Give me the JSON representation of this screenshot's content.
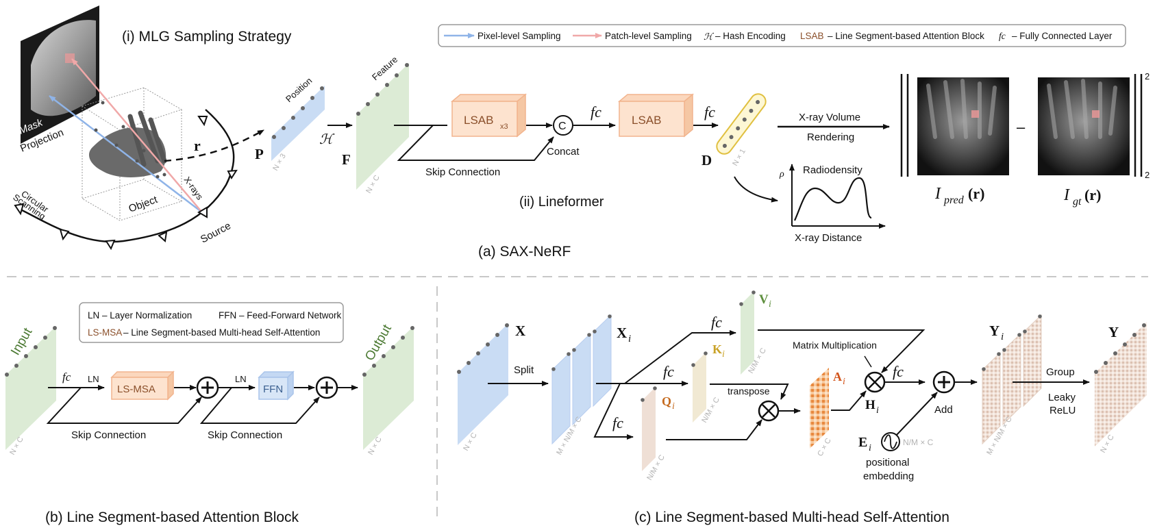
{
  "colors": {
    "pixel_arrow": "#8fb4e8",
    "patch_arrow": "#f0a8a8",
    "lsab_fill": "#fde3cf",
    "lsab_stroke": "#f2b48d",
    "feature_green": "#dcebd5",
    "position_blue": "#c9dcf4",
    "k_yellow": "#f1e9d3",
    "q_beige": "#efdfd5",
    "ffn_blue": "#d8e6f7",
    "ffn_stroke": "#a9c4ea",
    "lsab_text_brown": "#8a4f2a",
    "q_label_orange": "#c56a1e",
    "k_label_gold": "#c9a227",
    "v_label_green": "#5e8f3e",
    "a_label_red": "#d2541b"
  },
  "legend_top": {
    "pixel_label": "Pixel-level Sampling",
    "patch_label": "Patch-level Sampling",
    "hash_symbol": "ℋ",
    "hash_label": "– Hash Encoding",
    "lsab_abbr": "LSAB",
    "lsab_label": "– Line Segment-based Attention Block",
    "fc_symbol": "fc",
    "fc_label": "– Fully Connected Layer"
  },
  "panel_a": {
    "mlg_title": "(i) MLG Sampling Strategy",
    "mask_label": "Mask",
    "projection_label": "Projection",
    "object_label": "Object",
    "xrays_label": "X-rays",
    "source_label": "Source",
    "circular_label": "Circular",
    "scanning_label": "Scanning",
    "r_label": "r",
    "position_label": "Position",
    "P_label": "P",
    "P_dim": "N × 3",
    "hash_symbol": "ℋ",
    "feature_label": "Feature",
    "F_label": "F",
    "F_dim": "N × C",
    "lsab_x3_label": "LSAB",
    "x3_label": "x3",
    "concat_symbol": "C",
    "concat_label": "Concat",
    "skip_label": "Skip Connection",
    "fc1": "fc",
    "lsab2_label": "LSAB",
    "fc2": "fc",
    "D_label": "D",
    "D_dim": "N × 1",
    "lineformer_label": "(ii) Lineformer",
    "xray_volume_label": "X-ray Volume",
    "rendering_label": "Rendering",
    "rho_label": "ρ",
    "radiodensity_label": "Radiodensity",
    "xray_distance_label": "X-ray Distance",
    "minus_label": "–",
    "norm_exp_top": "2",
    "norm_exp_bottom": "2",
    "ipred_label": "I",
    "ipred_sub": "pred",
    "igt_label": "I",
    "igt_sub": "gt",
    "r_arg": "(r)",
    "caption": "(a) SAX-NeRF"
  },
  "panel_b": {
    "legend_ln": "LN – Layer Normalization",
    "legend_ffn": "FFN – Feed-Forward Network",
    "legend_lsmsa_abbr": "LS-MSA",
    "legend_lsmsa": "–  Line Segment-based Multi-head Self-Attention",
    "input_label": "Input",
    "input_dim": "N × C",
    "fc_label": "fc",
    "ln1_label": "LN",
    "lsmsa_label": "LS-MSA",
    "ln2_label": "LN",
    "ffn_label": "FFN",
    "skip1_label": "Skip Connection",
    "skip2_label": "Skip Connection",
    "output_label": "Output",
    "output_dim": "N × C",
    "caption": "(b) Line Segment-based Attention Block"
  },
  "panel_c": {
    "X_label": "X",
    "X_dim": "N × C",
    "split_label": "Split",
    "Xi_label": "X",
    "Xi_sub": "i",
    "Xi_dim": "M × N/M × C",
    "fc_v": "fc",
    "fc_k": "fc",
    "fc_q": "fc",
    "V_label": "V",
    "K_label": "K",
    "Q_label": "Q",
    "qkv_sub": "i",
    "V_dim": "N/M × C",
    "K_dim": "N/M × C",
    "Q_dim": "N/M × C",
    "transpose_label": "transpose",
    "matmul_label": "Matrix Multiplication",
    "A_label": "A",
    "A_sub": "i",
    "A_dim": "C × C",
    "H_label": "H",
    "H_sub": "i",
    "fc_out": "fc",
    "add_label": "Add",
    "E_label": "E",
    "E_sub": "i",
    "E_dim": "N/M × C",
    "pos_emb_1": "positional",
    "pos_emb_2": "embedding",
    "Yi_label": "Y",
    "Yi_sub": "i",
    "Yi_dim": "M × N/M × C",
    "group_label": "Group",
    "leaky_label_1": "Leaky",
    "leaky_label_2": "ReLU",
    "Y_label": "Y",
    "Y_dim": "N × C",
    "caption": "(c) Line Segment-based Multi-head Self-Attention"
  }
}
